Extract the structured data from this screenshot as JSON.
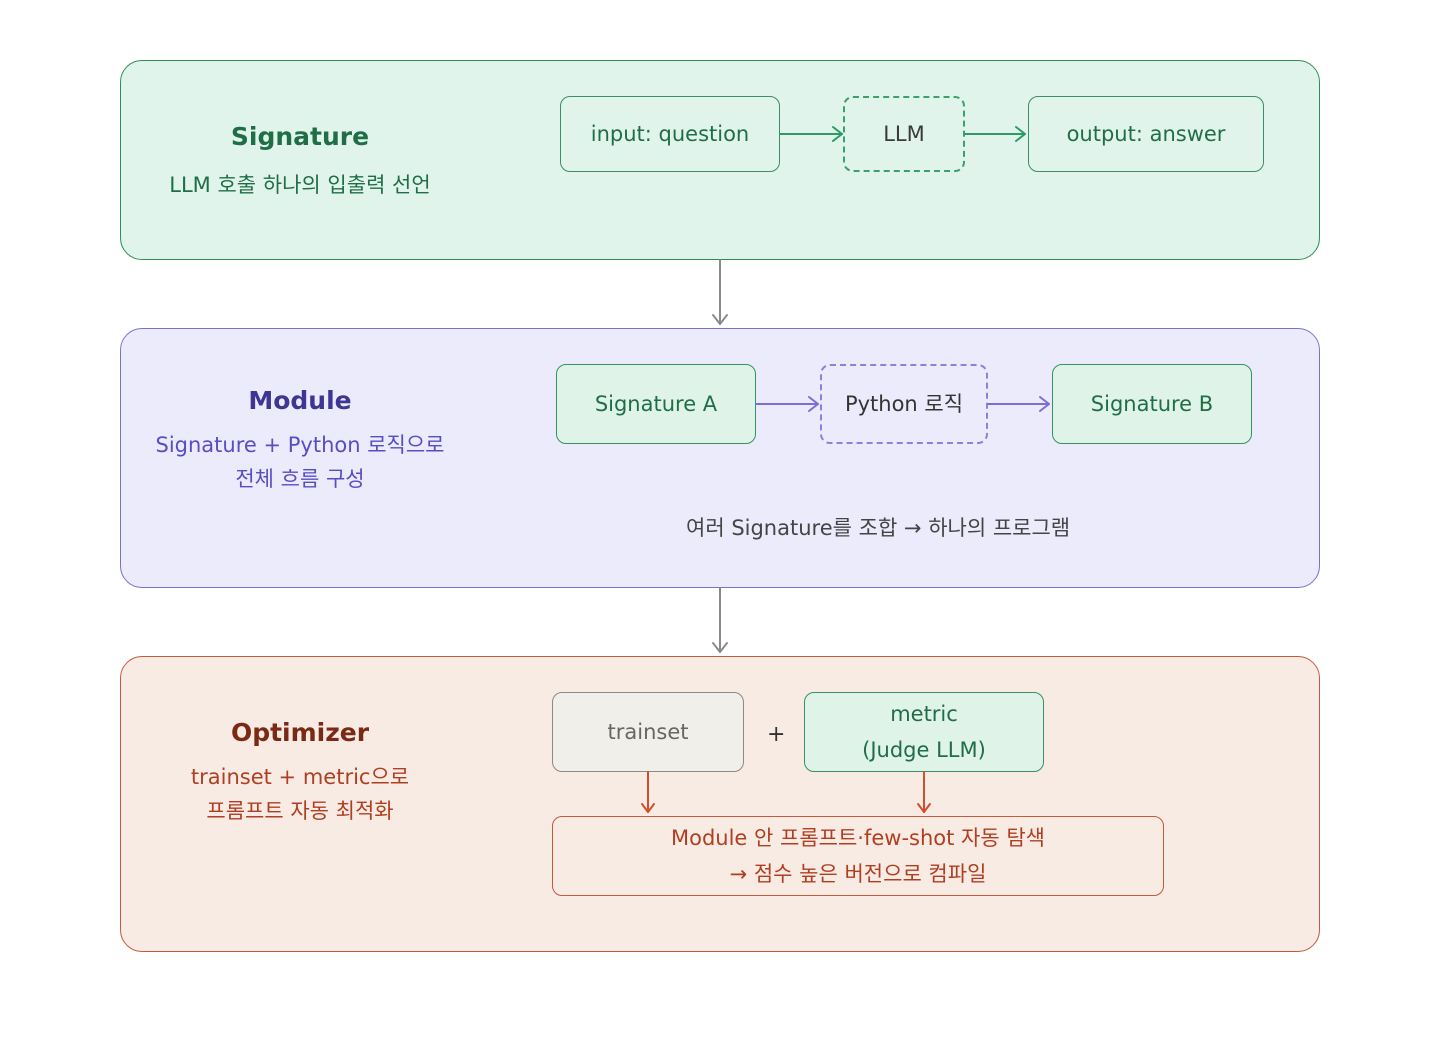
{
  "signature_section": {
    "title": "Signature",
    "description": "LLM 호출 하나의 입출력 선언",
    "input_box": "input: question",
    "llm_box": "LLM",
    "output_box": "output: answer"
  },
  "module_section": {
    "title": "Module",
    "description_line1": "Signature + Python 로직으로",
    "description_line2": "전체 흐름 구성",
    "signature_a": "Signature A",
    "python_logic": "Python 로직",
    "signature_b": "Signature B",
    "note": "여러 Signature를 조합 → 하나의 프로그램"
  },
  "optimizer_section": {
    "title": "Optimizer",
    "description_line1": "trainset + metric으로",
    "description_line2": "프롬프트 자동 최적화",
    "trainset_box": "trainset",
    "plus": "+",
    "metric_line1": "metric",
    "metric_line2": "(Judge LLM)",
    "result_line1": "Module 안 프롬프트·few-shot 자동 탐색",
    "result_line2": "→ 점수 높은 버전으로 컴파일"
  },
  "colors": {
    "signature_accent": "#2e8b5e",
    "module_accent": "#7b6fd6",
    "optimizer_accent": "#c25a3c",
    "connector": "#8a8a8a"
  }
}
